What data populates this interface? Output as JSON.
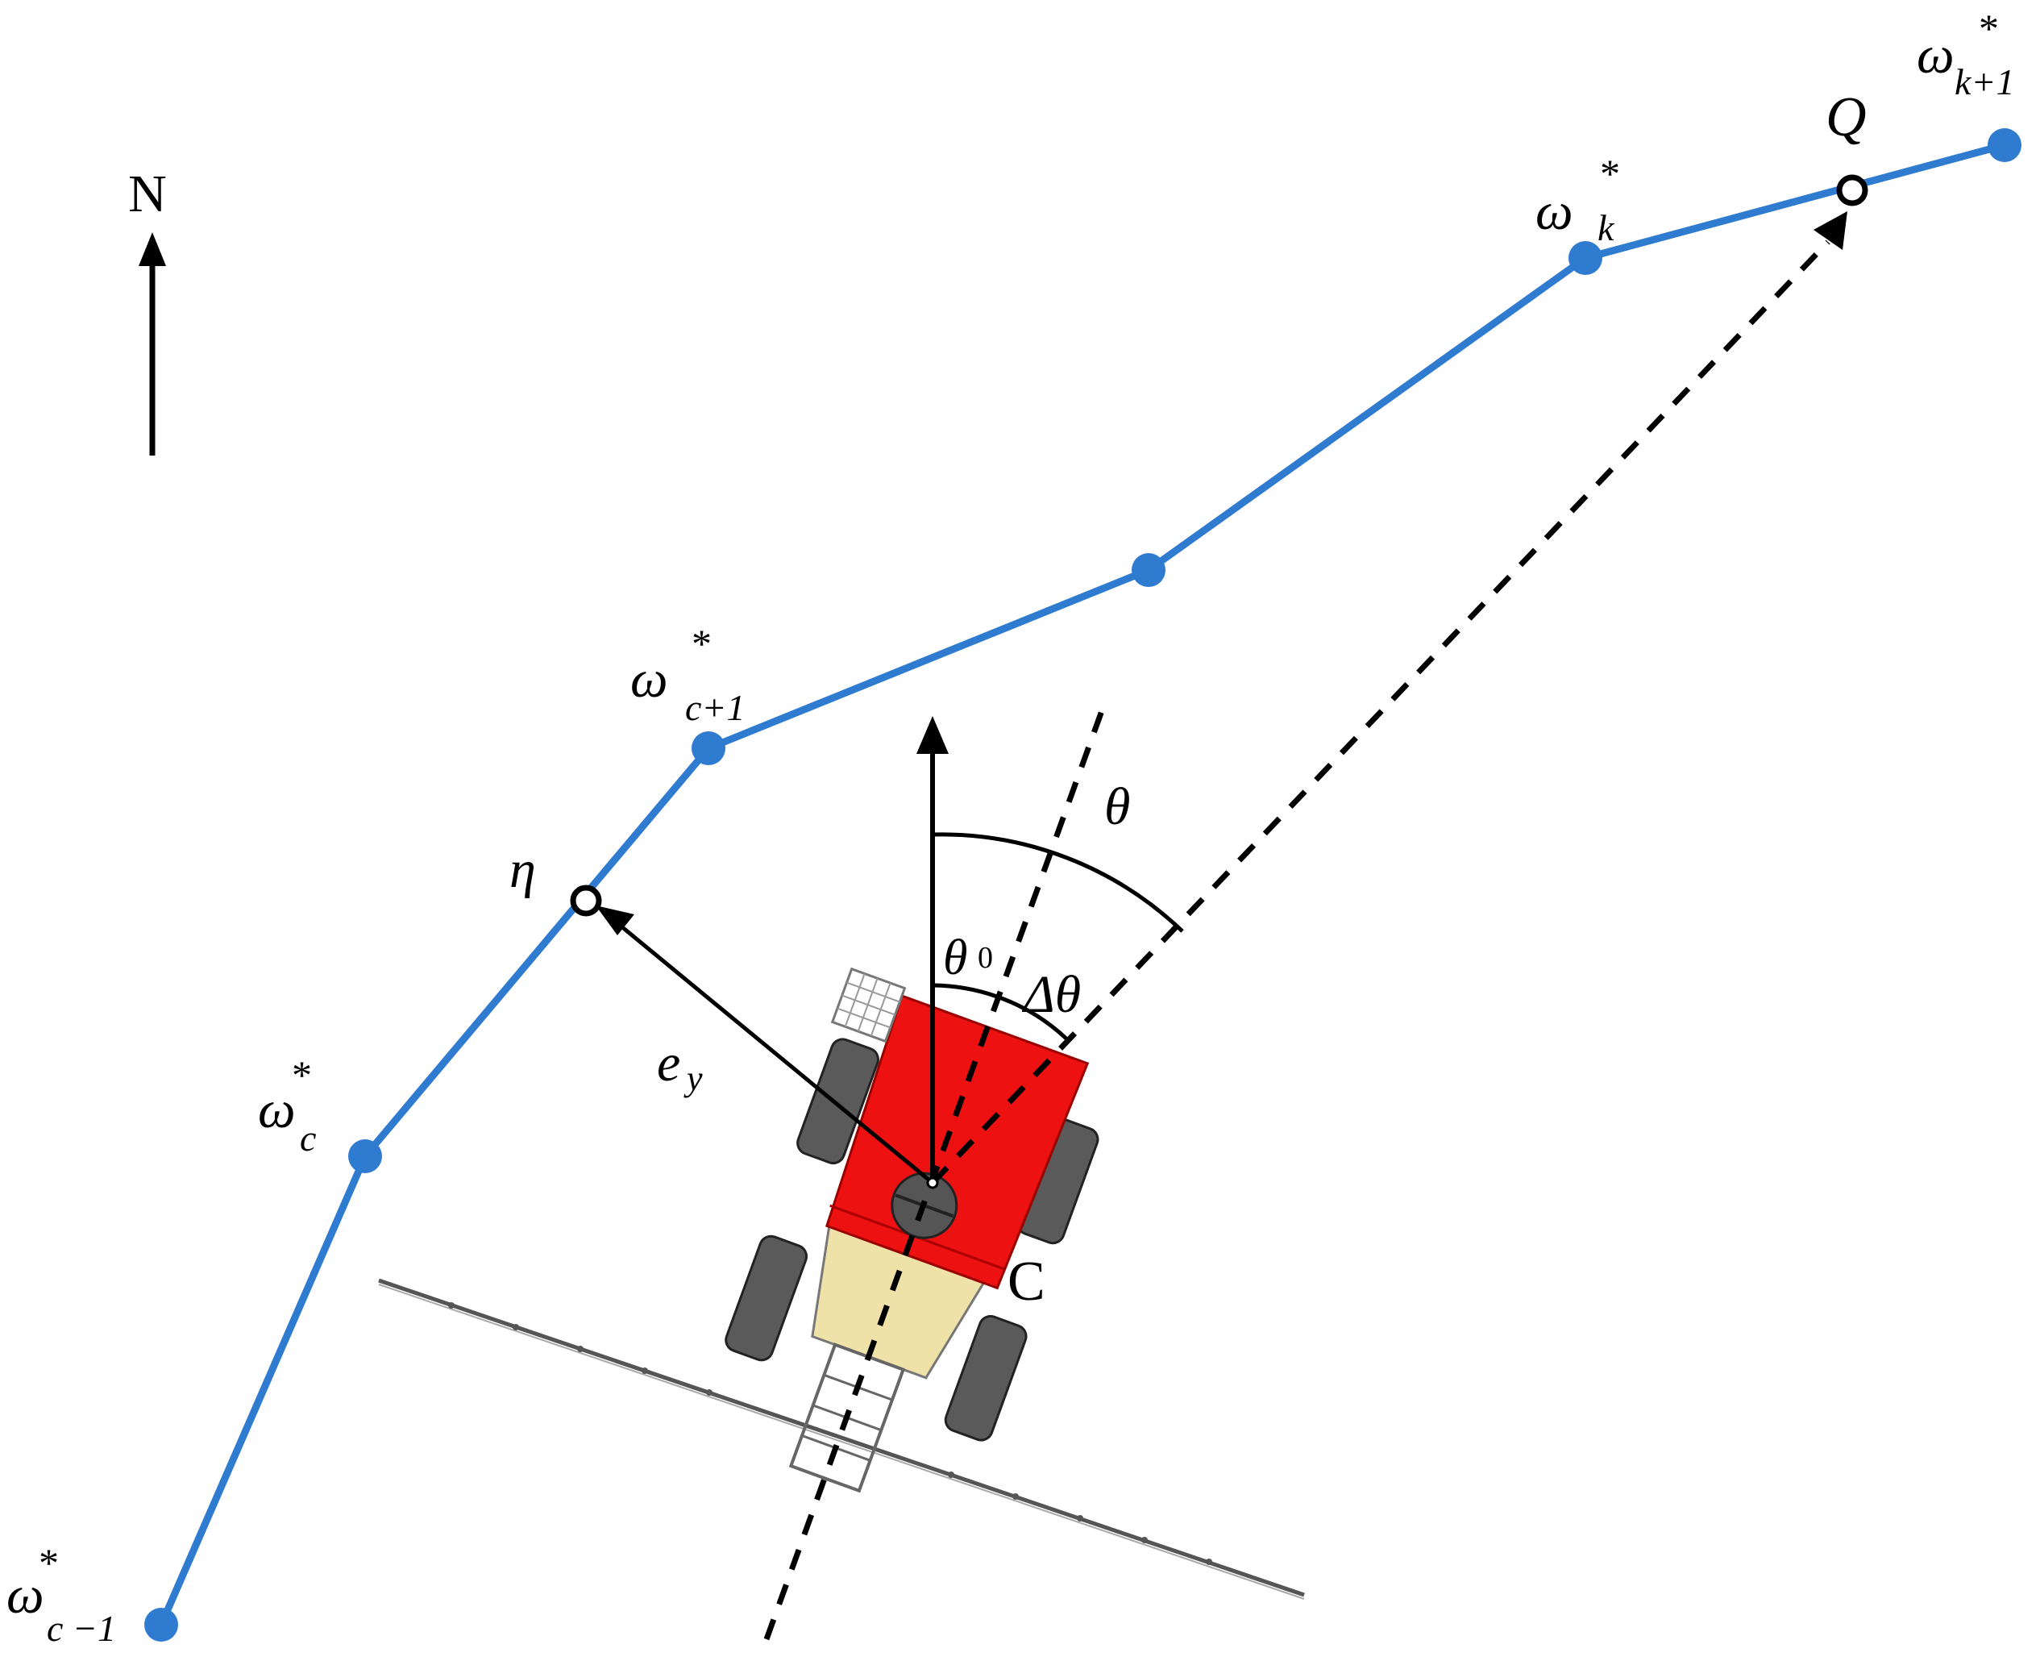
{
  "labels": {
    "north": "N",
    "symbol": "ω",
    "star": "*",
    "sub_c_minus_1": "c −1",
    "sub_c": "c",
    "sub_c_plus_1": "c+1",
    "sub_k": "k",
    "sub_k_plus_1": "k+1",
    "eta": "η",
    "q": "Q",
    "theta": "θ",
    "theta0": "θ",
    "theta0_sub": "0",
    "delta_theta": "Δθ",
    "e": "e",
    "e_sub": "y",
    "center": "C"
  },
  "colors": {
    "path": "#2F7BD0",
    "waypoint": "#2F7BD0",
    "vehicle_body": "#EE1111",
    "vehicle_body_dark": "#B00000",
    "wheel": "#555555",
    "arrow": "#000000"
  },
  "icons": {
    "vehicle": "tractor-sprayer-icon",
    "north": "north-arrow-icon"
  }
}
